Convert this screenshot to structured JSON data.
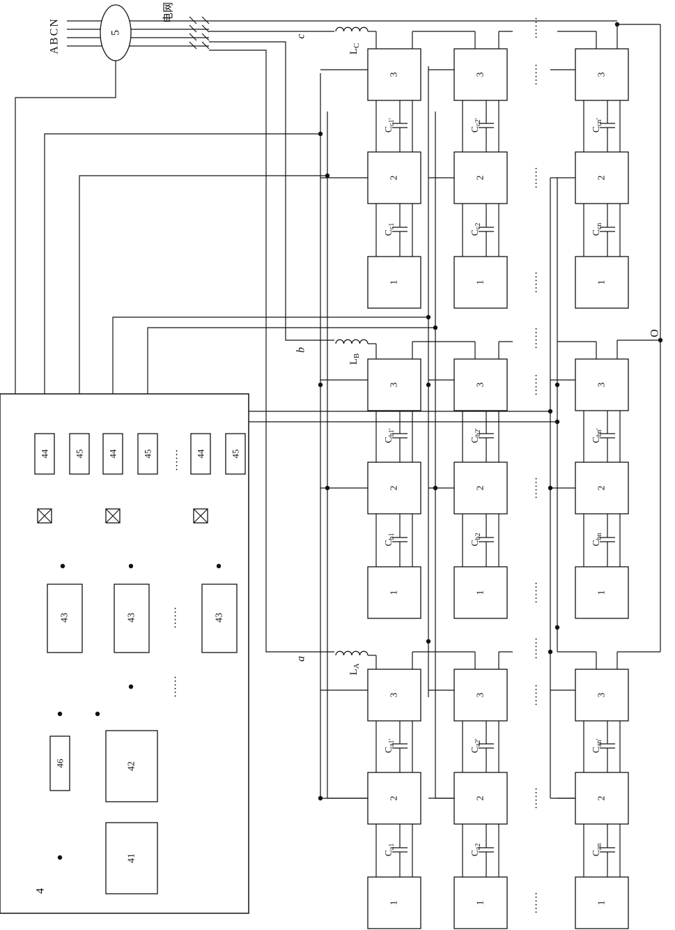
{
  "diagram": {
    "grid_label": "电网",
    "phase_labels": [
      "A",
      "B",
      "C",
      "N"
    ],
    "source_label": "5",
    "controller_label": "4",
    "node_labels": {
      "a": "a",
      "b": "b",
      "c": "c",
      "o": "O"
    },
    "inductors": {
      "A": {
        "letter": "L",
        "sub": "A"
      },
      "B": {
        "letter": "L",
        "sub": "B"
      },
      "C": {
        "letter": "L",
        "sub": "C"
      }
    },
    "ellipsis": "……",
    "module_labels": {
      "m1": "1",
      "m2": "2",
      "m3": "3"
    },
    "caps": {
      "c": {
        "lower": [
          [
            "C",
            "c1"
          ],
          [
            "C",
            "c2"
          ],
          [
            "C",
            "cn"
          ]
        ],
        "upper": [
          [
            "C",
            "c1'"
          ],
          [
            "C",
            "c2'"
          ],
          [
            "C",
            "cn'"
          ]
        ]
      },
      "b": {
        "lower": [
          [
            "C",
            "b1"
          ],
          [
            "C",
            "b2"
          ],
          [
            "C",
            "bn"
          ]
        ],
        "upper": [
          [
            "C",
            "b1'"
          ],
          [
            "C",
            "b2'"
          ],
          [
            "C",
            "bn'"
          ]
        ]
      },
      "a": {
        "lower": [
          [
            "C",
            "a1"
          ],
          [
            "C",
            "a2"
          ],
          [
            "C",
            "an"
          ]
        ],
        "upper": [
          [
            "C",
            "a1'"
          ],
          [
            "C",
            "a2'"
          ],
          [
            "C",
            "an'"
          ]
        ]
      }
    },
    "ctrl_blocks": {
      "b41": "41",
      "b42": "42",
      "b43": "43",
      "b44": "44",
      "b45": "45",
      "b46": "46"
    }
  }
}
